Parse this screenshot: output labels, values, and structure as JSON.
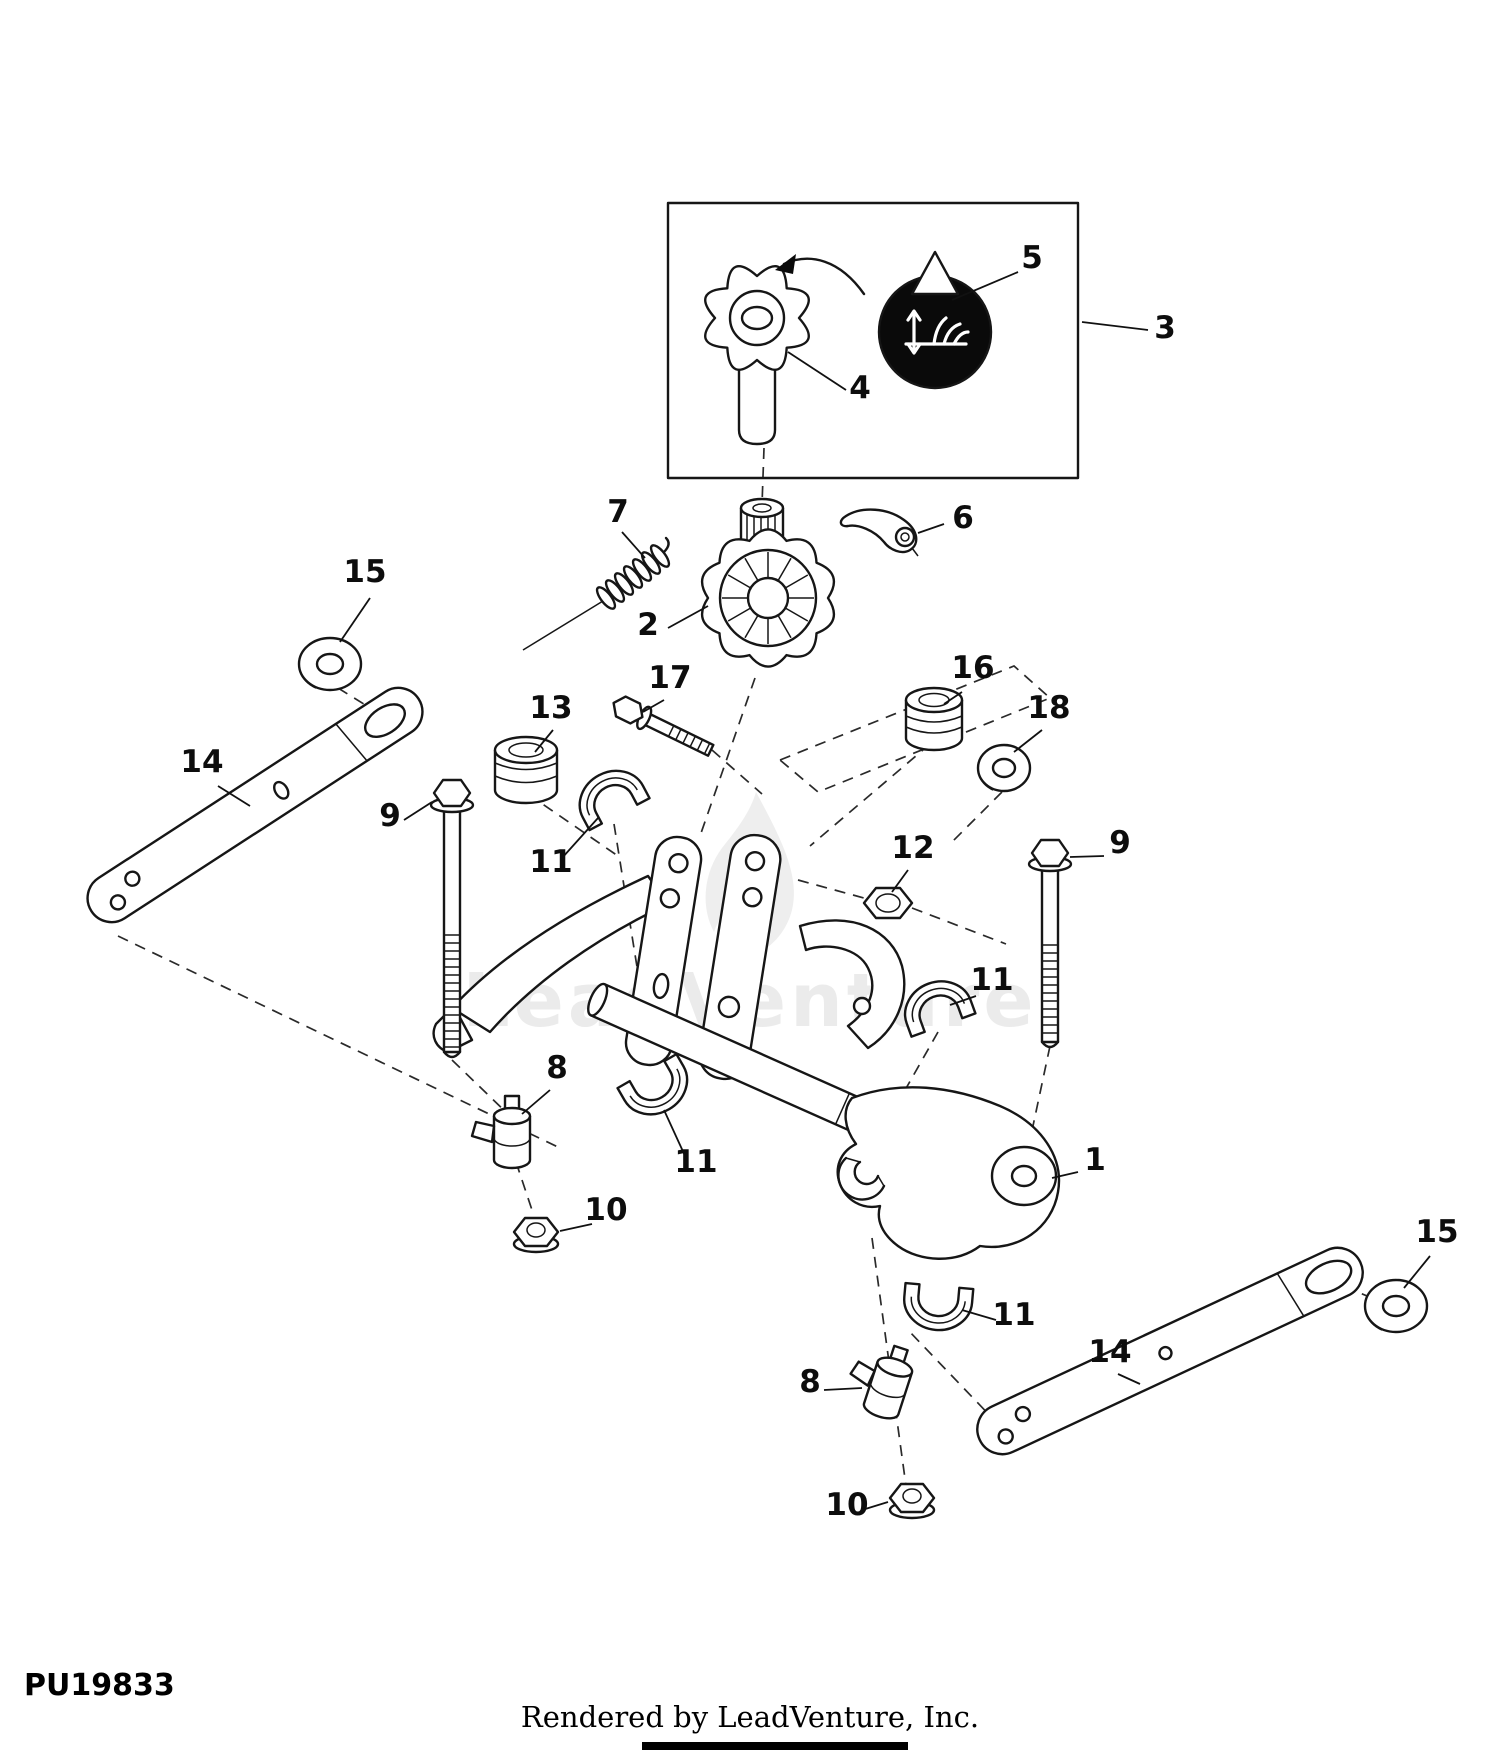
{
  "footer": {
    "part_code": "PU19833",
    "rendered_by": "Rendered by LeadVenture, Inc."
  },
  "watermark": {
    "text": "LeadVenture"
  },
  "diagram": {
    "callouts": [
      {
        "label": "5"
      },
      {
        "label": "4"
      },
      {
        "label": "3"
      },
      {
        "label": "7"
      },
      {
        "label": "6"
      },
      {
        "label": "2"
      },
      {
        "label": "15"
      },
      {
        "label": "13"
      },
      {
        "label": "17"
      },
      {
        "label": "16"
      },
      {
        "label": "18"
      },
      {
        "label": "14"
      },
      {
        "label": "9"
      },
      {
        "label": "11"
      },
      {
        "label": "12"
      },
      {
        "label": "9"
      },
      {
        "label": "11"
      },
      {
        "label": "8"
      },
      {
        "label": "11"
      },
      {
        "label": "1"
      },
      {
        "label": "10"
      },
      {
        "label": "11"
      },
      {
        "label": "15"
      },
      {
        "label": "14"
      },
      {
        "label": "8"
      },
      {
        "label": "10"
      }
    ]
  }
}
